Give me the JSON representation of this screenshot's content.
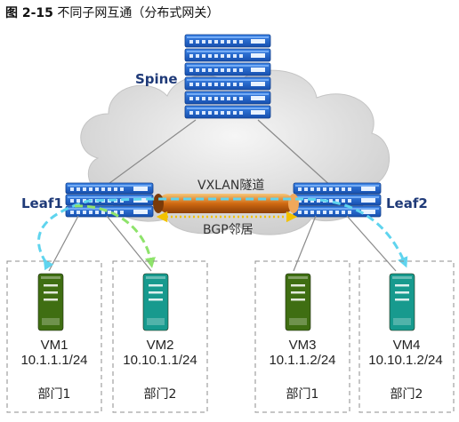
{
  "caption": {
    "fig": "图 2-15",
    "title": " 不同子网互通（分布式网关）"
  },
  "spine": {
    "label": "Spine"
  },
  "leaf1": {
    "label": "Leaf1"
  },
  "leaf2": {
    "label": "Leaf2"
  },
  "tunnel": {
    "vxlan": "VXLAN隧道",
    "bgp": "BGP邻居"
  },
  "vms": [
    {
      "name": "VM1",
      "ip": "10.1.1.1/24",
      "dept": "部门1",
      "color": "#3f6e12"
    },
    {
      "name": "VM2",
      "ip": "10.10.1.1/24",
      "dept": "部门2",
      "color": "#179a8e"
    },
    {
      "name": "VM3",
      "ip": "10.1.1.2/24",
      "dept": "部门1",
      "color": "#3f6e12"
    },
    {
      "name": "VM4",
      "ip": "10.10.1.2/24",
      "dept": "部门2",
      "color": "#179a8e"
    }
  ],
  "colors": {
    "switch": "#1b5fc9",
    "tunnel": "#e58a1b",
    "cyan_path": "#5fd4ee",
    "green_path": "#8ee36b"
  }
}
